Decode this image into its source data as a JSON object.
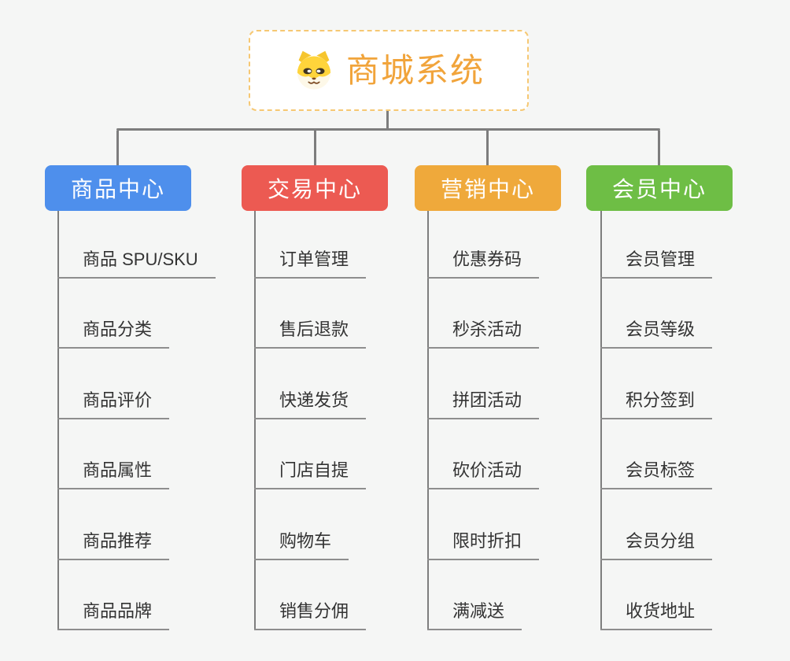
{
  "root": {
    "title": "商城系统",
    "icon": "dog-face-icon"
  },
  "colors": {
    "background": "#f5f6f5",
    "root_title": "#f1a43b",
    "root_border": "#f6c873",
    "connector": "#7d7d7d",
    "leaf_underline": "#8e8e8e",
    "leaf_text": "#333333",
    "branch_product": "#4e8fec",
    "branch_trade": "#ec5a52",
    "branch_marketing": "#efa93b",
    "branch_member": "#6ebe45"
  },
  "branches": [
    {
      "label": "商品中心",
      "color": "#4e8fec",
      "children": [
        "商品 SPU/SKU",
        "商品分类",
        "商品评价",
        "商品属性",
        "商品推荐",
        "商品品牌"
      ]
    },
    {
      "label": "交易中心",
      "color": "#ec5a52",
      "children": [
        "订单管理",
        "售后退款",
        "快递发货",
        "门店自提",
        "购物车",
        "销售分佣"
      ]
    },
    {
      "label": "营销中心",
      "color": "#efa93b",
      "children": [
        "优惠券码",
        "秒杀活动",
        "拼团活动",
        "砍价活动",
        "限时折扣",
        "满减送"
      ]
    },
    {
      "label": "会员中心",
      "color": "#6ebe45",
      "children": [
        "会员管理",
        "会员等级",
        "积分签到",
        "会员标签",
        "会员分组",
        "收货地址"
      ]
    }
  ]
}
